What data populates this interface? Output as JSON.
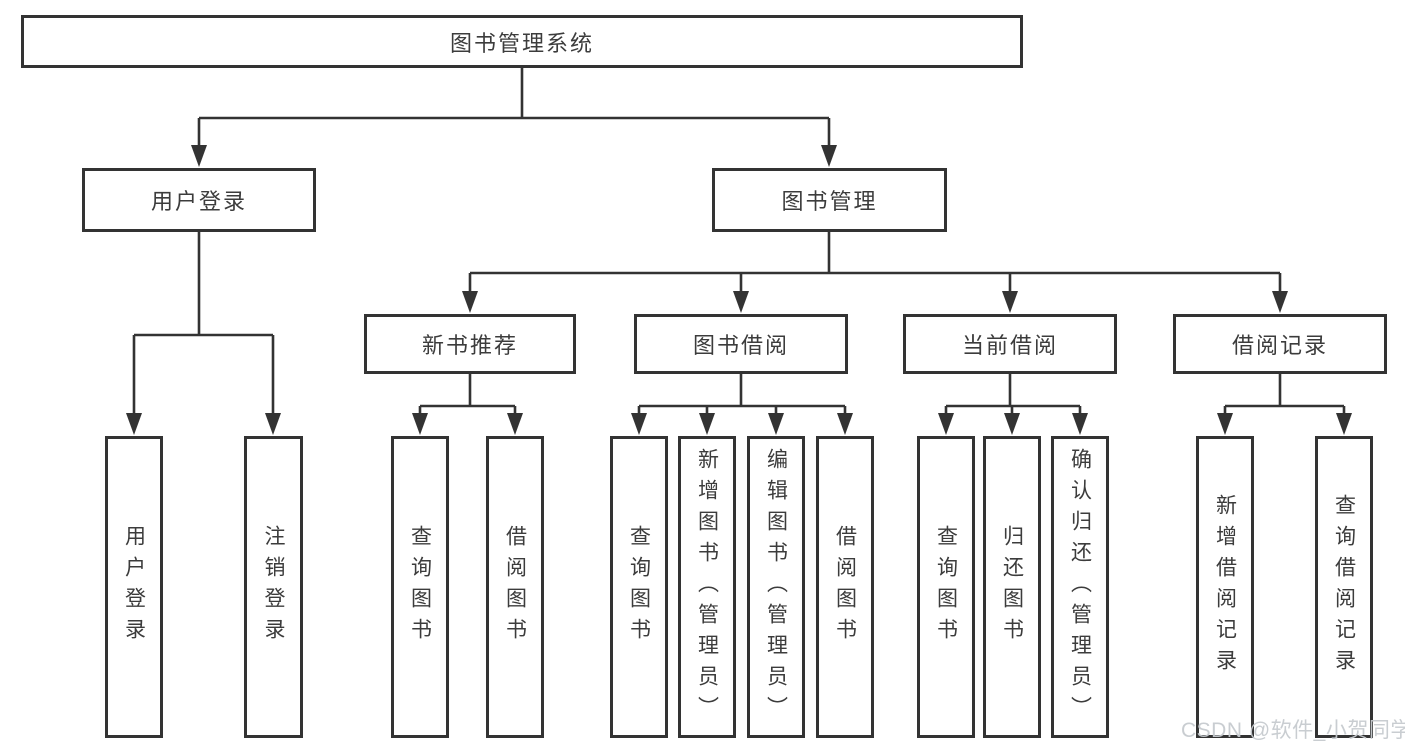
{
  "tree": {
    "root": {
      "label": "图书管理系统"
    },
    "branches": [
      {
        "label": "用户登录",
        "children": [
          {
            "label": "用户登录"
          },
          {
            "label": "注销登录"
          }
        ]
      },
      {
        "label": "图书管理",
        "children": [
          {
            "label": "新书推荐",
            "children": [
              {
                "label": "查询图书"
              },
              {
                "label": "借阅图书"
              }
            ]
          },
          {
            "label": "图书借阅",
            "children": [
              {
                "label": "查询图书"
              },
              {
                "label": "新增图书（管理员）"
              },
              {
                "label": "编辑图书（管理员）"
              },
              {
                "label": "借阅图书"
              }
            ]
          },
          {
            "label": "当前借阅",
            "children": [
              {
                "label": "查询图书"
              },
              {
                "label": "归还图书"
              },
              {
                "label": "确认归还（管理员）"
              }
            ]
          },
          {
            "label": "借阅记录",
            "children": [
              {
                "label": "新增借阅记录"
              },
              {
                "label": "查询借阅记录"
              }
            ]
          }
        ]
      }
    ]
  },
  "watermark": {
    "text": "CSDN @软件_小贺同学"
  },
  "colors": {
    "line": "#333333",
    "text": "#3c3c3c",
    "background": "#ffffff",
    "watermark": "#c6cacf"
  }
}
